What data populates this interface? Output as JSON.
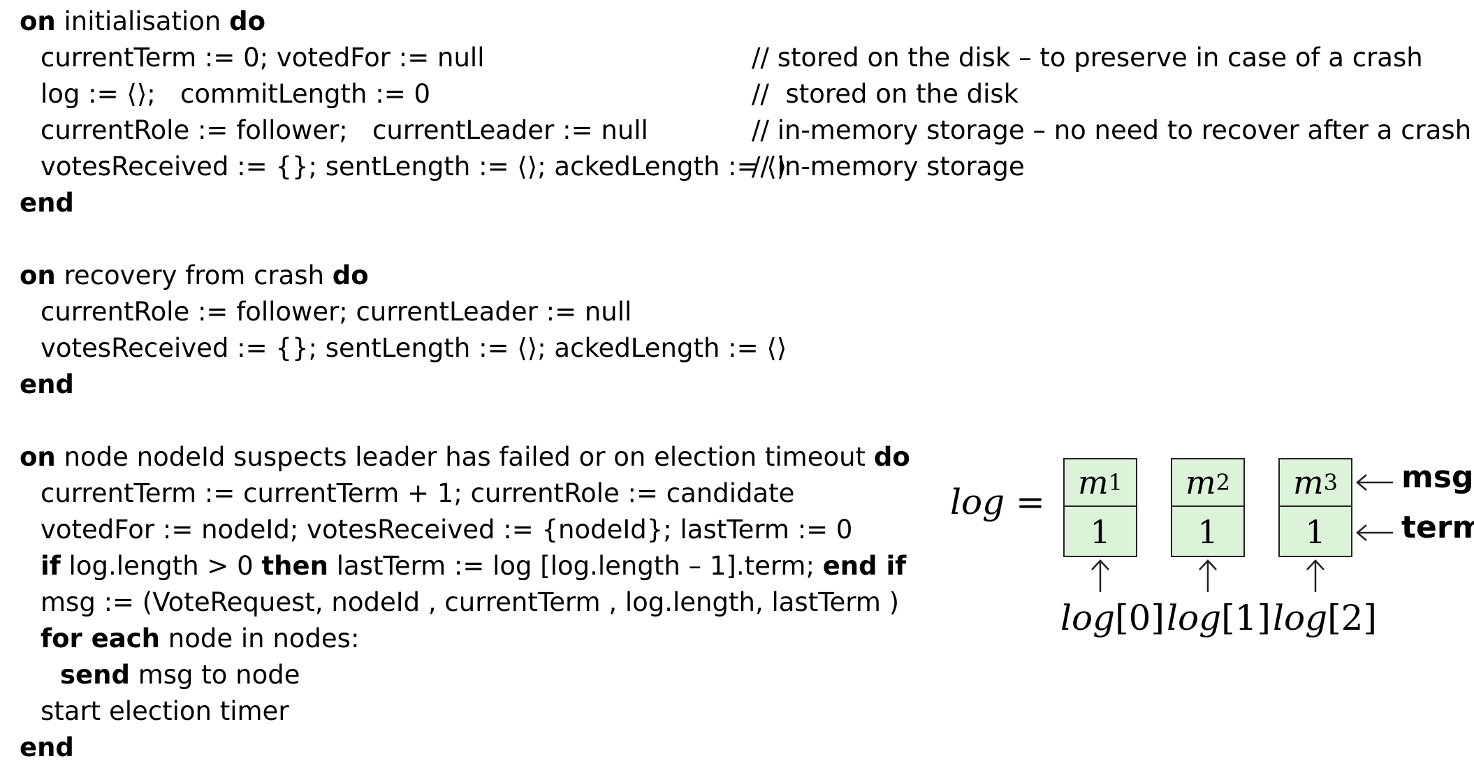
{
  "blocks": {
    "init": {
      "head": {
        "kw1": "on",
        "text": " initialisation ",
        "kw2": "do"
      },
      "lines": [
        "currentTerm := 0; votedFor := null",
        "log := ⟨⟩;   commitLength := 0",
        "currentRole := follower;   currentLeader := null",
        "votesReceived := {}; sentLength := ⟨⟩; ackedLength := ⟨⟩"
      ],
      "comments": [
        "// stored on the disk – to preserve in case of a crash",
        "//  stored on the disk",
        "// in-memory storage – no need to recover after a crash",
        "// in-memory storage"
      ],
      "end": "end"
    },
    "recovery": {
      "head": {
        "kw1": "on",
        "text": " recovery from crash ",
        "kw2": "do"
      },
      "lines": [
        "currentRole := follower; currentLeader := null",
        "votesReceived := {}; sentLength := ⟨⟩; ackedLength := ⟨⟩"
      ],
      "end": "end"
    },
    "election": {
      "head": {
        "kw1": "on",
        "text": " node nodeId suspects leader has failed or on election timeout ",
        "kw2": "do"
      },
      "line1": "currentTerm := currentTerm + 1; currentRole := candidate",
      "line2": "votedFor := nodeId; votesReceived := {nodeId}; lastTerm := 0",
      "line3": {
        "kw_if": "if",
        "cond": " log.length > 0 ",
        "kw_then": "then",
        "body": " lastTerm := log [log.length – 1].term; ",
        "kw_endif": "end if"
      },
      "line4": "msg := (VoteRequest, nodeId , currentTerm , log.length, lastTerm )",
      "line5": {
        "kw": "for each",
        "text": " node in nodes:"
      },
      "line6": {
        "kw": "send",
        "text": " msg to node"
      },
      "line7": "start election timer",
      "end": "end"
    }
  },
  "diagram": {
    "lhs": "log",
    "eq": "=",
    "entries": [
      {
        "msg": "m",
        "sub": "1",
        "term": "1",
        "index_label": "log",
        "index": "0"
      },
      {
        "msg": "m",
        "sub": "2",
        "term": "1",
        "index_label": "log",
        "index": "1"
      },
      {
        "msg": "m",
        "sub": "3",
        "term": "1",
        "index_label": "log",
        "index": "2"
      }
    ],
    "label_msg": "msg",
    "label_term": "term",
    "box_color": "#dcf3d9"
  }
}
